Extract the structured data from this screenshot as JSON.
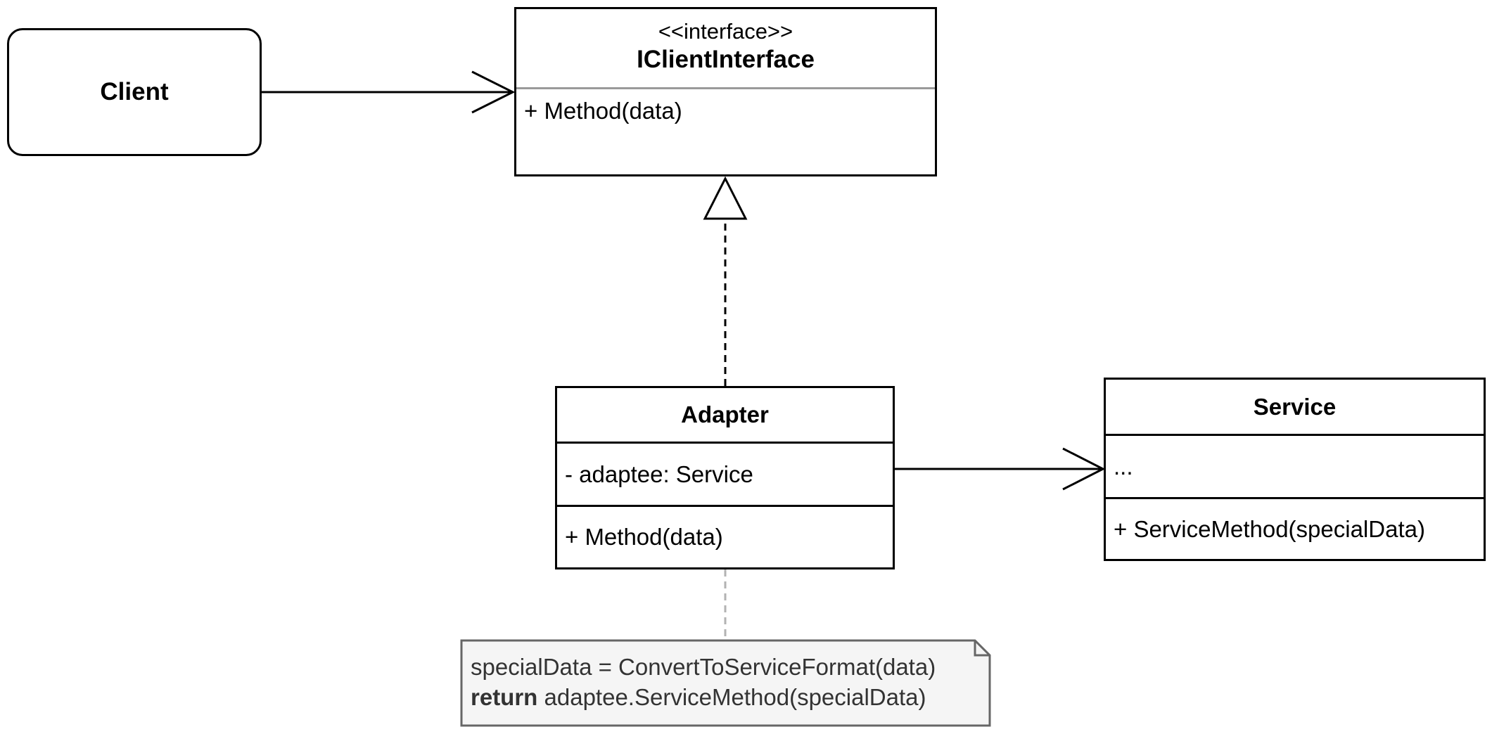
{
  "client": {
    "label": "Client"
  },
  "client_interface": {
    "stereotype": "<<interface>>",
    "name": "IClientInterface",
    "methods": [
      "+ Method(data)"
    ]
  },
  "adapter": {
    "name": "Adapter",
    "fields": [
      "- adaptee: Service"
    ],
    "methods": [
      "+ Method(data)"
    ]
  },
  "service": {
    "name": "Service",
    "fields": [
      "..."
    ],
    "methods": [
      "+ ServiceMethod(specialData)"
    ]
  },
  "note": {
    "line1": "specialData = ConvertToServiceFormat(data)",
    "line2_keyword": "return",
    "line2_rest": " adaptee.ServiceMethod(specialData)"
  },
  "relations": [
    {
      "from": "Client",
      "to": "IClientInterface",
      "type": "association"
    },
    {
      "from": "Adapter",
      "to": "IClientInterface",
      "type": "realization"
    },
    {
      "from": "Adapter",
      "to": "Service",
      "type": "association"
    },
    {
      "from": "note",
      "to": "Adapter",
      "type": "note-link"
    }
  ],
  "colors": {
    "stroke": "#000000",
    "interface_divider": "#9a9a9a",
    "note_fill": "#f5f5f5",
    "note_border": "#666666",
    "note_text": "#333333",
    "note_link": "#b3b3b3"
  }
}
